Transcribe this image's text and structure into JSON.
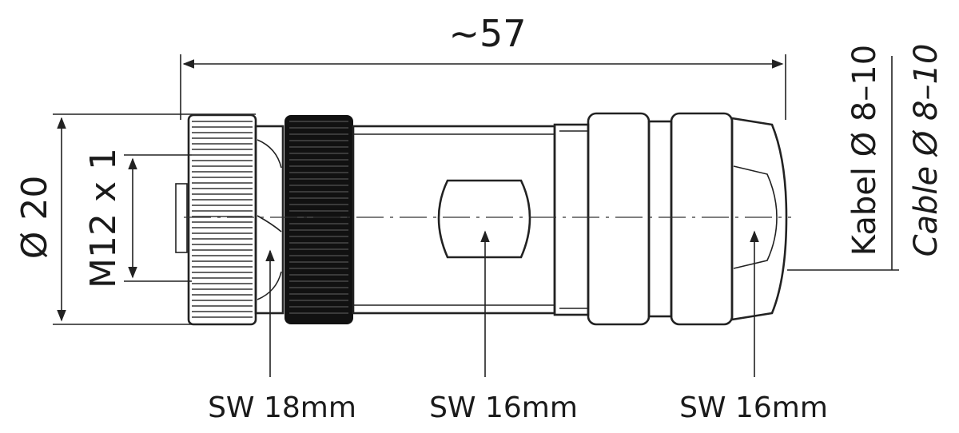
{
  "dimensions": {
    "overall_length": "~57",
    "outer_diameter": "Ø 20",
    "thread": "M12 x 1",
    "cable_range_de": "Kabel Ø 8–10",
    "cable_range_en": "Cable Ø 8–10"
  },
  "wrench_sizes": [
    {
      "label": "SW 18mm"
    },
    {
      "label": "SW 16mm"
    },
    {
      "label": "SW 16mm"
    }
  ],
  "colors": {
    "line": "#222222",
    "black_ring": "#111111",
    "background": "#ffffff"
  }
}
